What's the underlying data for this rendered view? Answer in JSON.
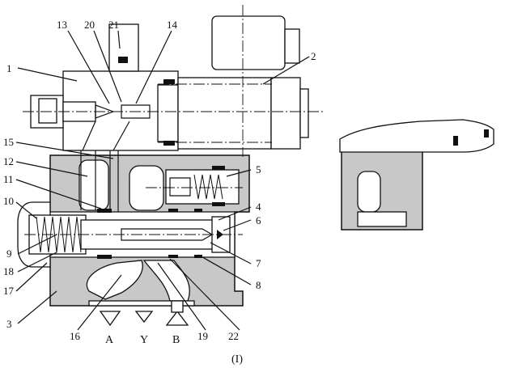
{
  "part_numbers": [
    "1",
    "2",
    "3",
    "4",
    "5",
    "6",
    "7",
    "8",
    "9",
    "10",
    "11",
    "12",
    "13",
    "14",
    "15",
    "16",
    "17",
    "18",
    "19",
    "20",
    "21",
    "22"
  ],
  "ports": {
    "a": "A",
    "y": "Y",
    "b": "B"
  },
  "caption": "(I)"
}
